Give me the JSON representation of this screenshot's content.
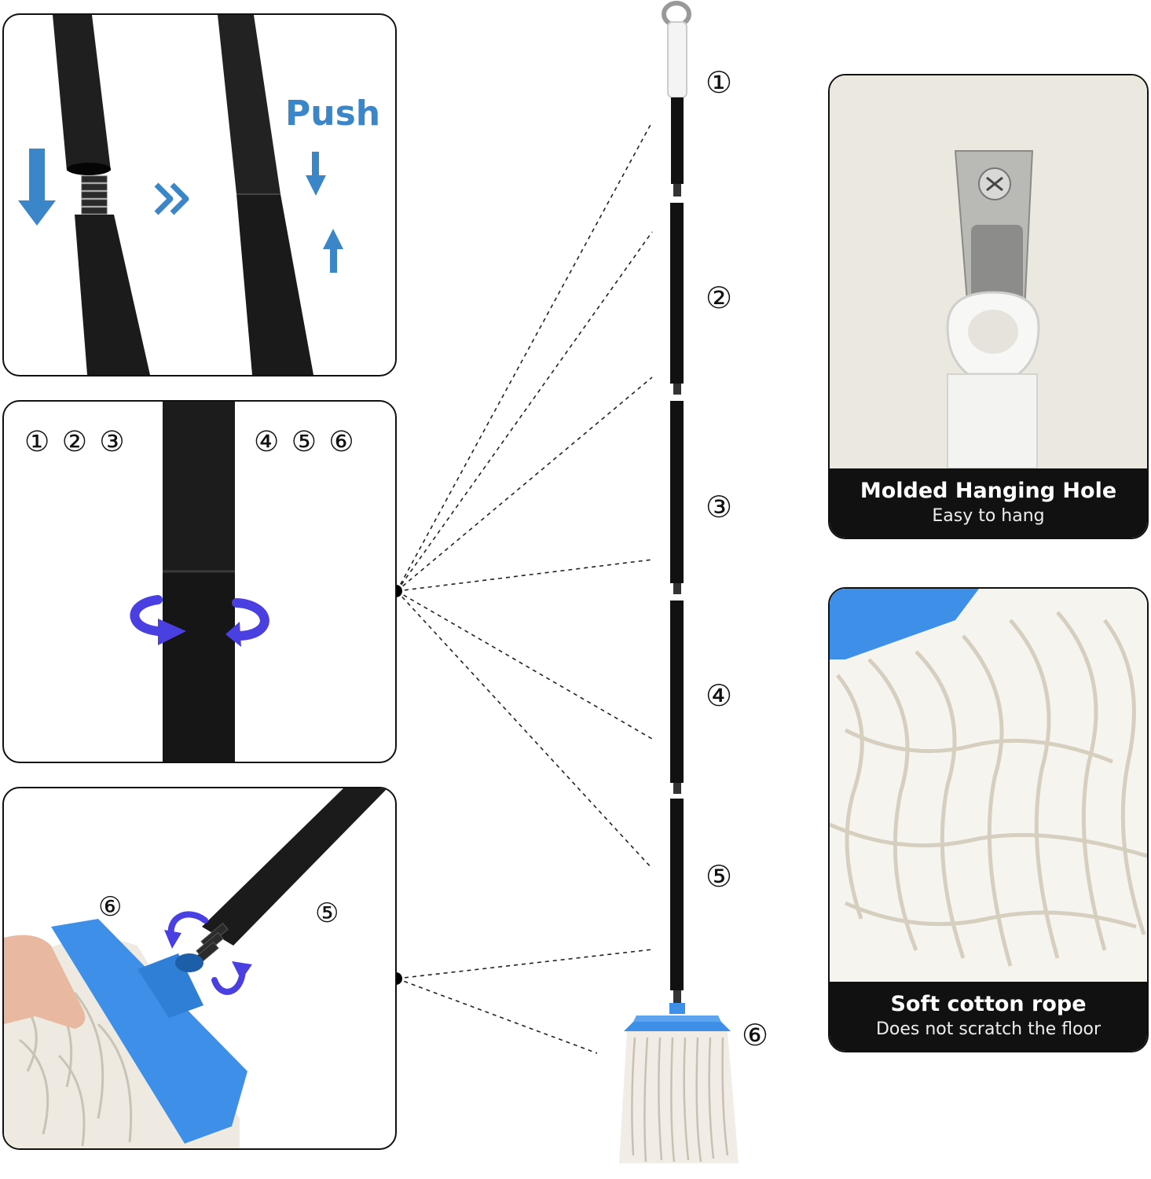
{
  "assembly_panel": {
    "push_label": "Push"
  },
  "twist_panel": {
    "left_numbers": "① ② ③",
    "right_numbers": "④ ⑤ ⑥"
  },
  "head_panel": {
    "label_head": "⑥",
    "label_pole": "⑤"
  },
  "mop_segments": {
    "s1": "①",
    "s2": "②",
    "s3": "③",
    "s4": "④",
    "s5": "⑤",
    "s6": "⑥"
  },
  "hanging_panel": {
    "title": "Molded Hanging Hole",
    "subtitle": "Easy to hang"
  },
  "rope_panel": {
    "title": "Soft cotton rope",
    "subtitle": "Does not scratch the floor"
  },
  "colors": {
    "accent_blue": "#3a86c8",
    "twist_blue": "#4a3fe0",
    "mop_head_blue": "#3d8fe8",
    "caption_bg": "#111111"
  },
  "icons": [
    "down-arrow-icon",
    "double-chevron-icon",
    "up-arrow-icon",
    "rotate-arrow-icon"
  ]
}
